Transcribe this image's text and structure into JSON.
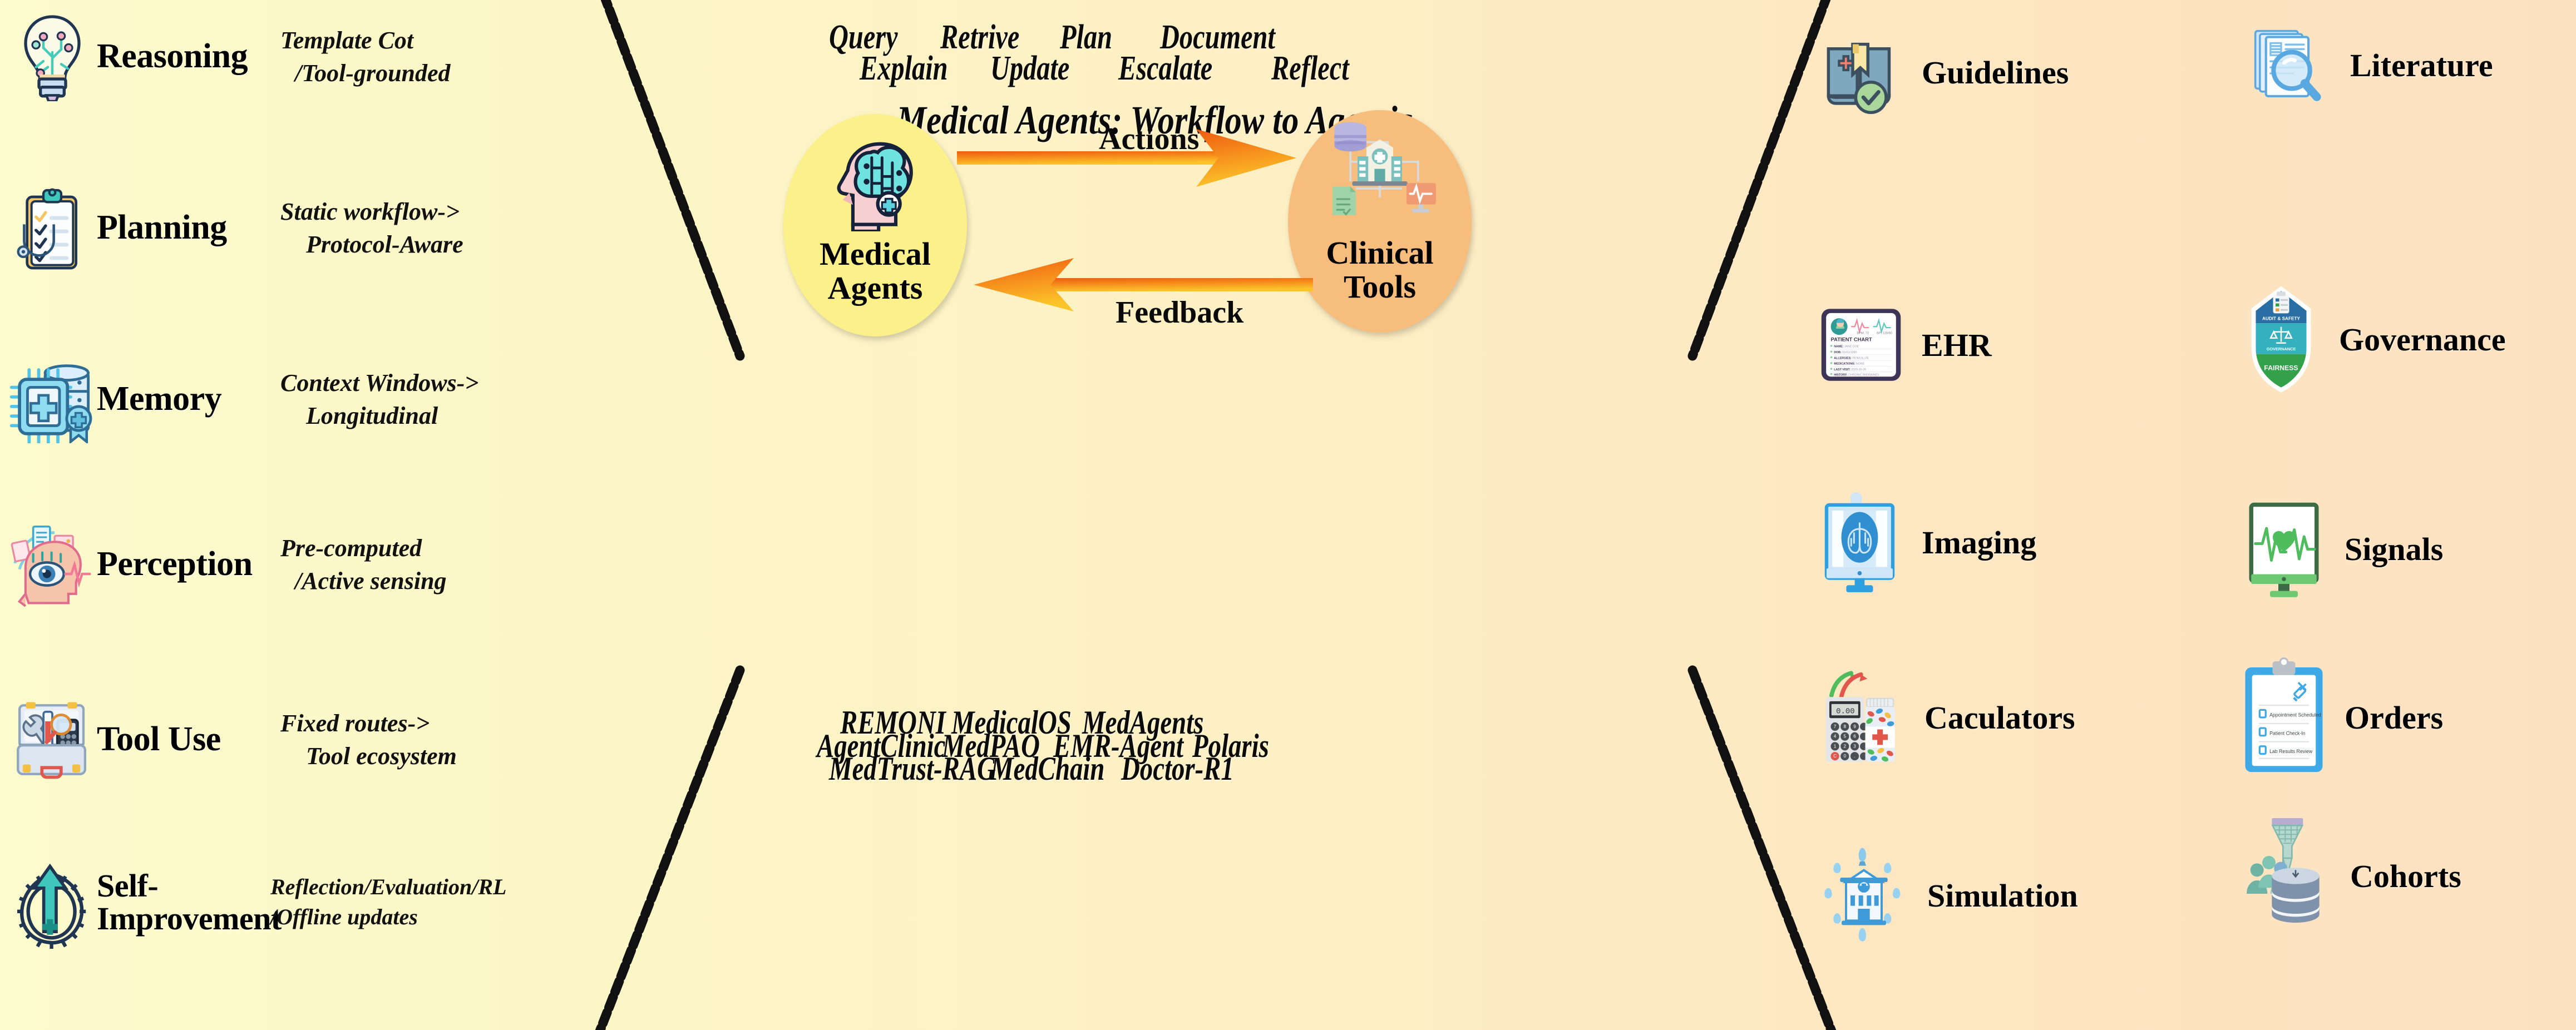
{
  "figure": {
    "title": "Medical Agents: Workflow to Agentic",
    "background_left_color": "#fcfbcd",
    "background_right_color": "#fce1c0",
    "arrow_color": "#f47b1e",
    "agents_node_color": "#fbf08a",
    "tools_node_color": "#f6bd7c"
  },
  "capabilities": [
    {
      "icon": "lightbulb-circuit-icon",
      "name": "Reasoning",
      "desc_line1": "Template Cot",
      "desc_line2": "/Tool-grounded"
    },
    {
      "icon": "clipboard-checklist-stethoscope-icon",
      "name": "Planning",
      "desc_line1": "Static workflow->",
      "desc_line2": "Protocol-Aware"
    },
    {
      "icon": "database-chip-medal-icon",
      "name": "Memory",
      "desc_line1": "Context Windows->",
      "desc_line2": "Longitudinal"
    },
    {
      "icon": "head-eye-perception-icon",
      "name": "Perception",
      "desc_line1": "Pre-computed",
      "desc_line2": "/Active sensing"
    },
    {
      "icon": "medical-toolbox-icon",
      "name": "Tool Use",
      "desc_line1": "Fixed routes->",
      "desc_line2": "Tool ecosystem"
    },
    {
      "icon": "gear-up-arrow-icon",
      "name_line1": "Self-",
      "name_line2": "Improvement",
      "name": "Self-Improvement",
      "desc_line1": "Reflection/Evaluation/RL",
      "desc_line2": "/Offline updates"
    }
  ],
  "center": {
    "title": "Medical Agents: Workflow to Agentic",
    "verbs_row1": [
      "Query",
      "Retrive",
      "Plan",
      "Document"
    ],
    "verbs_row2": [
      "Explain",
      "Update",
      "Escalate",
      "Reflect"
    ],
    "agents_node": {
      "label_line1": "Medical",
      "label_line2": "Agents",
      "icon": "head-brain-ai-icon"
    },
    "tools_node": {
      "label_line1": "Clinical",
      "label_line2": "Tools",
      "icon": "hospital-network-icon"
    },
    "arrow_forward_label": "Actions",
    "arrow_back_label": "Feedback",
    "systems_row1": [
      "REMONI",
      "MedicalOS",
      "MedAgents"
    ],
    "systems_row2": [
      "AgentClinic",
      "MedPAO",
      "EMR-Agent",
      "Polaris"
    ],
    "systems_row3": [
      "MedTrust-RAG",
      "MedChain",
      "Doctor-R1"
    ]
  },
  "clinical_tools": [
    {
      "icon": "book-medical-check-icon",
      "label": "Guidelines"
    },
    {
      "icon": "document-magnifier-icon",
      "label": "Literature"
    },
    {
      "icon": "patient-chart-card-icon",
      "label": "EHR"
    },
    {
      "icon": "governance-shield-icon",
      "label": "Governance"
    },
    {
      "icon": "monitor-lungs-xray-icon",
      "label": "Imaging"
    },
    {
      "icon": "monitor-ecg-heart-icon",
      "label": "Signals"
    },
    {
      "icon": "calculator-pills-icon",
      "label": "Caculators"
    },
    {
      "icon": "clipboard-orders-icon",
      "label": "Orders"
    },
    {
      "icon": "hospital-simulation-icon",
      "label": "Simulation"
    },
    {
      "icon": "people-database-funnel-icon",
      "label": "Cohorts"
    }
  ],
  "icon_details": {
    "patient_chart": {
      "heading": "PATIENT CHART",
      "bpm": "BPM: 72",
      "bp": "BP: 120/80",
      "rows": [
        "NAME: JANE DOE",
        "DOB: 01/01/1990",
        "ALLERGIES: PENICILLIN",
        "MEDICATIONS: NONE",
        "LAST VISIT: 2023-10-26",
        "HISTORY: CHRONIC MIGRAINES"
      ]
    },
    "governance_shield": {
      "band_top": "AUDIT & SAFETY",
      "band_mid": "GOVERNANCE",
      "band_bottom": "FAIRNESS"
    },
    "orders_clipboard": {
      "items": [
        "Appointment Scheduled",
        "Patient Check-In",
        "Lab Results Review"
      ]
    },
    "calculator_display": "0.00"
  }
}
